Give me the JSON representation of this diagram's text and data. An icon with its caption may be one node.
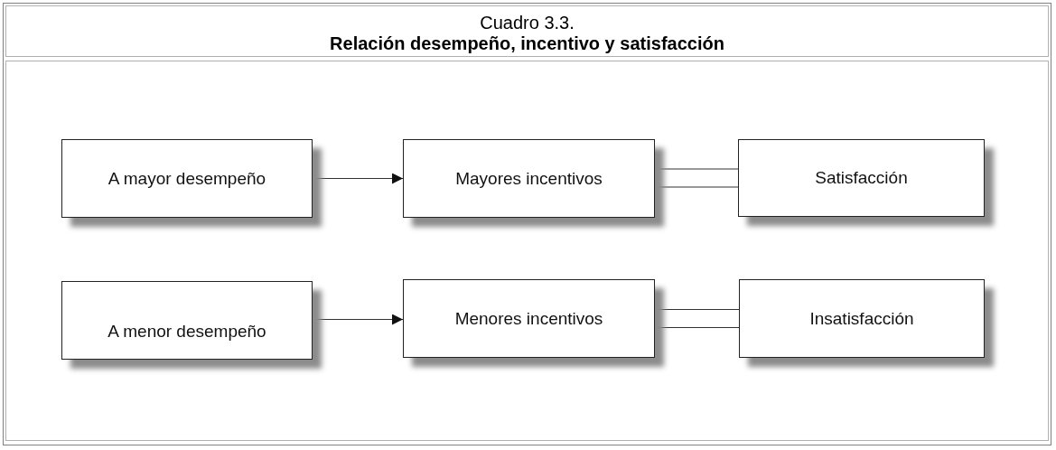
{
  "diagram": {
    "title": "Relación desempeño, incentivo y satisfacción",
    "labels": [
      "Cuadro 3.3."
    ],
    "nodes": [
      {
        "text": [
          "A mayor desempeño"
        ]
      },
      {
        "text": [
          "Mayores incentivos"
        ]
      },
      {
        "text": [
          "Satisfacción"
        ]
      },
      {
        "text": [
          "A menor desempeño"
        ]
      },
      {
        "text": [
          "Menores incentivos"
        ]
      },
      {
        "text": [
          "Insatisfacción"
        ]
      }
    ],
    "edges": [
      {
        "from": 0,
        "to": 1,
        "arrow": "to"
      },
      {
        "from": 1,
        "to": 2,
        "arrow": "none"
      },
      {
        "from": 3,
        "to": 4,
        "arrow": "to"
      },
      {
        "from": 4,
        "to": 5,
        "arrow": "none"
      }
    ]
  }
}
